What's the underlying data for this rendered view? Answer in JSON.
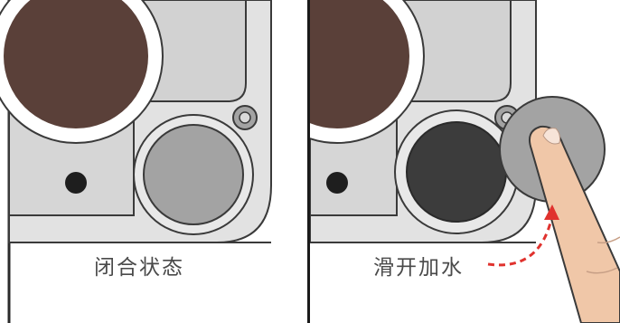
{
  "panels": [
    {
      "caption": "闭合状态"
    },
    {
      "caption": "滑开加水"
    }
  ],
  "colors": {
    "body_fill": "#d9d9d9",
    "outline": "#3a3a3a",
    "coffee": "#5a4039",
    "lid_grey": "#a3a3a3",
    "opening_dark": "#3c3c3c",
    "arrow_red": "#e0322e",
    "skin": "#f0c7a8"
  },
  "icons": [
    "hand-pointer-finger",
    "curved-arrow"
  ]
}
